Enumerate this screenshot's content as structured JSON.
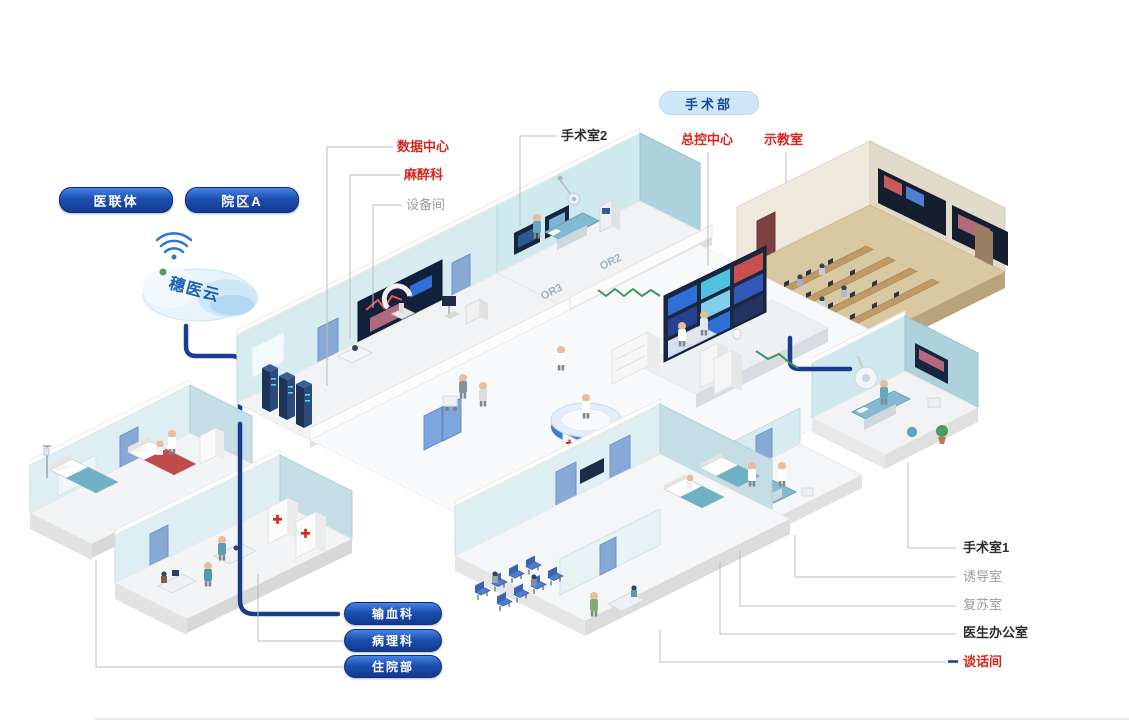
{
  "header_badges": {
    "consortium": "医联体",
    "campus_a": "院区A",
    "surgery_dept": "手术部"
  },
  "cloud": {
    "name": "穗医云"
  },
  "room_labels": {
    "data_center": "数据中心",
    "anesthesiology": "麻醉科",
    "equipment_room": "设备间",
    "operating_room_2": "手术室2",
    "master_control": "总控中心",
    "demo_classroom": "示教室",
    "operating_room_1": "手术室1",
    "induction_room": "诱导室",
    "recovery_room": "复苏室",
    "doctor_office": "医生办公室",
    "talk_room": "谈话间"
  },
  "dept_pills": {
    "blood_transfusion": "输血科",
    "pathology": "病理科",
    "inpatient": "住院部"
  },
  "floor_tags": {
    "or2": "OR2",
    "or3": "OR3"
  },
  "colors": {
    "red_label": "#d9261c",
    "dark_label": "#2e2e2e",
    "gray_label": "#9b9b9b",
    "pill_navy": "#123a8f",
    "surgery_pill_bg": "#cfe7f9",
    "surgery_pill_text": "#1b4a8f",
    "path_blue": "#1b3c8c",
    "cable_green": "#3f9460",
    "wall_teal": "#d6ecf0",
    "classroom_floor": "#d9c49a",
    "screen_navy": "#1a2742"
  }
}
